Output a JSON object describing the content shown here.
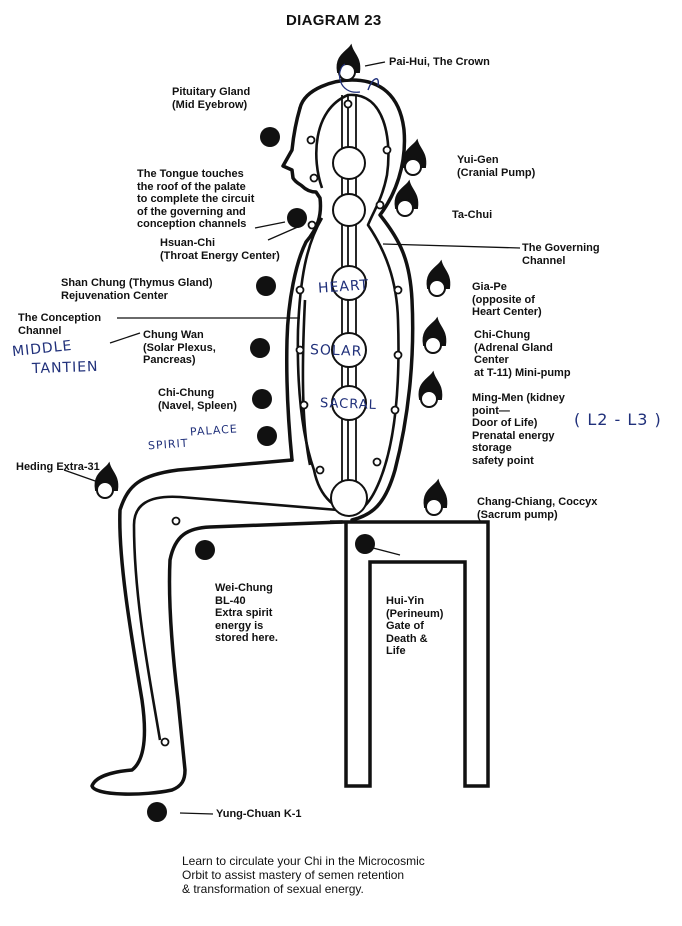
{
  "title": "DIAGRAM 23",
  "labels": {
    "pai_hui": [
      "Pai-Hui, The Crown"
    ],
    "pituitary": [
      "Pituitary Gland",
      "(Mid Eyebrow)"
    ],
    "tongue": [
      "The Tongue touches",
      "the roof of the palate",
      "to complete the circuit",
      "of the governing and",
      "conception channels"
    ],
    "yui_gen": [
      "Yui-Gen",
      "(Cranial Pump)"
    ],
    "ta_chui": [
      "Ta-Chui"
    ],
    "hsuan_chi": [
      "Hsuan-Chi",
      "(Throat Energy Center)"
    ],
    "governing": [
      "The Governing",
      "Channel"
    ],
    "shan_chung": [
      "Shan Chung (Thymus Gland)",
      "Rejuvenation Center"
    ],
    "gia_pe": [
      "Gia-Pe",
      "(opposite of",
      "Heart Center)"
    ],
    "conception": [
      "The Conception",
      "Channel"
    ],
    "chung_wan": [
      "Chung Wan",
      "(Solar Plexus,",
      "Pancreas)"
    ],
    "chi_chung_adrenal": [
      "Chi-Chung",
      "(Adrenal Gland",
      "Center",
      "at T-11) Mini-pump"
    ],
    "chi_chung_navel": [
      "Chi-Chung",
      "(Navel, Spleen)"
    ],
    "ming_men": [
      "Ming-Men (kidney",
      "point—",
      "Door of Life)",
      "Prenatal energy",
      "storage",
      "safety point"
    ],
    "heding": [
      "Heding Extra-31"
    ],
    "chang_chiang": [
      "Chang-Chiang, Coccyx",
      "(Sacrum pump)"
    ],
    "wei_chung": [
      "Wei-Chung",
      "BL-40",
      "Extra spirit",
      "energy is",
      "stored here."
    ],
    "hui_yin": [
      "Hui-Yin",
      "(Perineum)",
      "Gate of",
      "Death &",
      "Life"
    ],
    "yung_chuan": [
      "Yung-Chuan  K-1"
    ]
  },
  "handwritten": {
    "heart": "HEART",
    "solar": "SOLAR",
    "sacral": "SACRAL",
    "middle": "MIDDLE",
    "tantien": "TANTIEN",
    "palace": "PALACE",
    "spirit": "SPIRIT",
    "l2l3": "( L2 - L3 )"
  },
  "caption": [
    "Learn to circulate your Chi in the Microcosmic",
    "Orbit to assist mastery of semen retention",
    "& transformation of sexual energy."
  ],
  "colors": {
    "ink": "#111111",
    "handwriting": "#20307a",
    "background": "#ffffff"
  }
}
